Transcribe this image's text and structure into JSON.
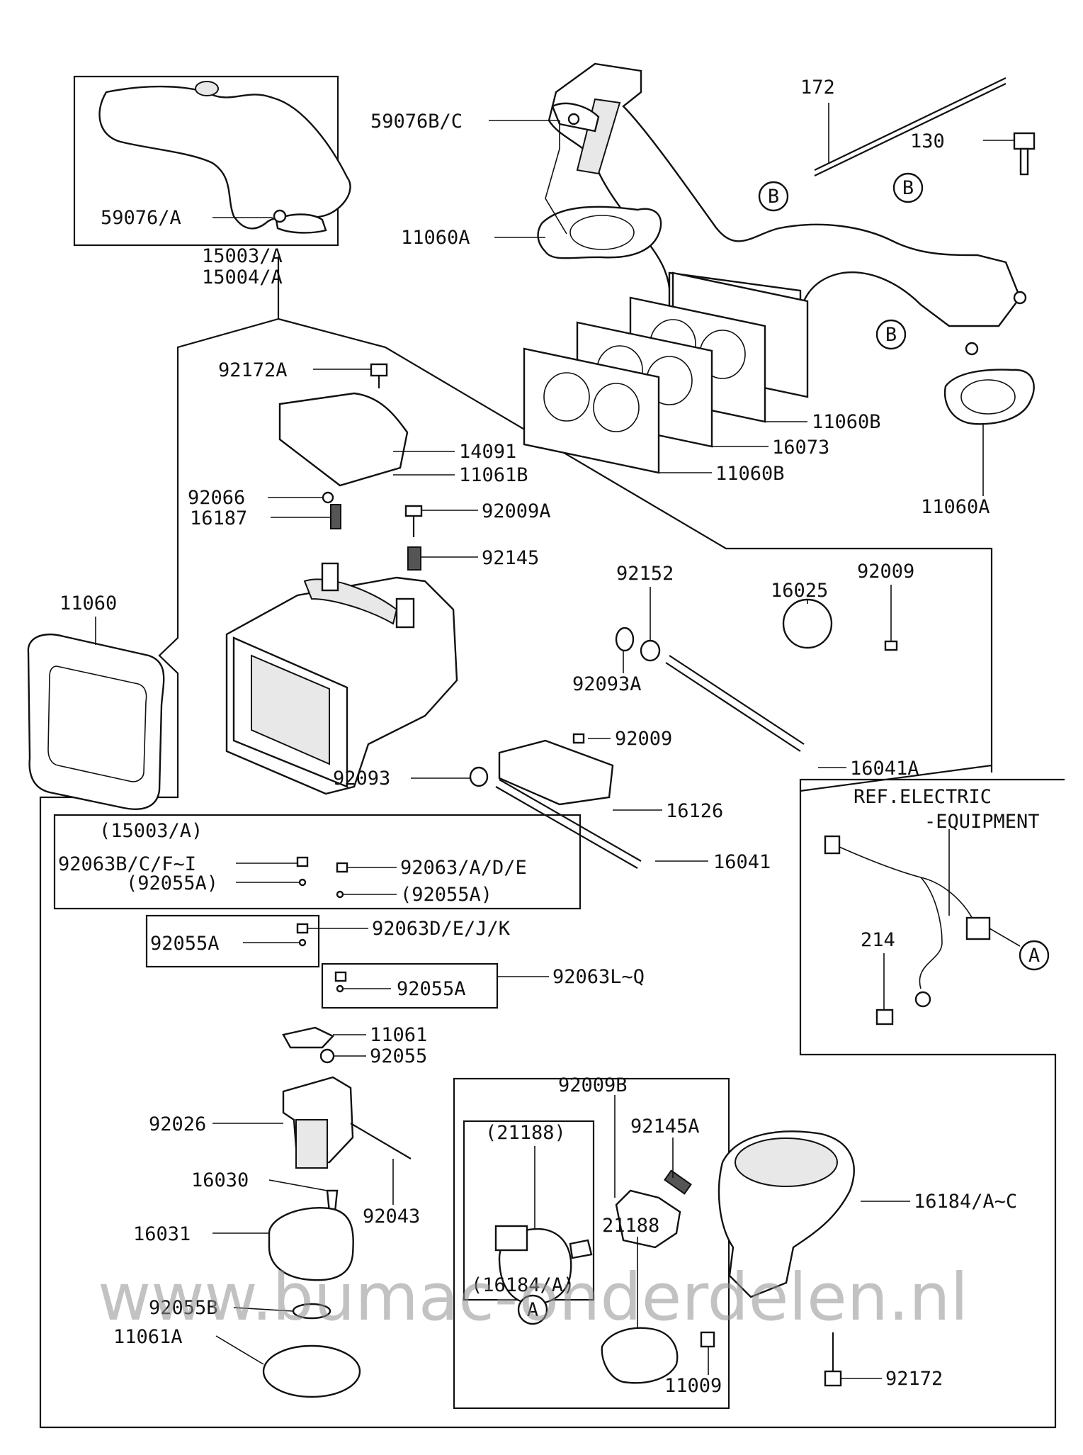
{
  "watermark": "www.bumac-onderdelen.nl",
  "callout_letters": [
    "A",
    "B"
  ],
  "parts": {
    "p59076BC": "59076B/C",
    "p172": "172",
    "p130": "130",
    "p59076A": "59076/A",
    "p11060A_top": "11060A",
    "p15003A": "15003/A",
    "p15004A": "15004/A",
    "p92172A": "92172A",
    "p14091": "14091",
    "p11061B": "11061B",
    "p92066": "92066",
    "p16187": "16187",
    "p92009A": "92009A",
    "p92145": "92145",
    "p11060B_1": "11060B",
    "p16073": "16073",
    "p11060B_2": "11060B",
    "p11060A_right": "11060A",
    "p11060": "11060",
    "p92152": "92152",
    "p16025": "16025",
    "p92009_top": "92009",
    "p92093A": "92093A",
    "p92009_mid": "92009",
    "p16041A": "16041A",
    "p92093": "92093",
    "p16126": "16126",
    "p16041": "16041",
    "ref_line1": "REF.ELECTRIC",
    "ref_line2": "-EQUIPMENT",
    "p214": "214",
    "kit_title": "(15003/A)",
    "kit_92063BCFI": "92063B/C/F~I",
    "kit_92055A_left": "(92055A)",
    "kit_92063ADE": "92063/A/D/E",
    "kit_92055A_right": "(92055A)",
    "p92055A_1": "92055A",
    "p92063DEJK": "92063D/E/J/K",
    "p92055A_2": "92055A",
    "p92063LQ": "92063L~Q",
    "p11061": "11061",
    "p92055": "92055",
    "p92026": "92026",
    "p16030": "16030",
    "p92043": "92043",
    "p16031": "16031",
    "p92055B": "92055B",
    "p11061A": "11061A",
    "p92009B": "92009B",
    "p92145A": "92145A",
    "p21188_paren": "(21188)",
    "p16184A_paren": "(16184/A)",
    "p21188": "21188",
    "p16184AC": "16184/A~C",
    "p11009": "11009",
    "p92172": "92172"
  }
}
